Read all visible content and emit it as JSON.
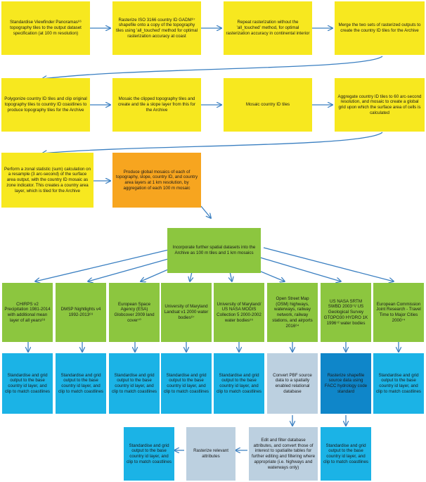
{
  "colors": {
    "yellow": "#f7e81f",
    "orange": "#f7a51f",
    "green": "#8cc63f",
    "cyan": "#1bb3e6",
    "dark_blue": "#0f86c9",
    "grey": "#bcd0e0",
    "arrow": "#3a7fc1"
  },
  "row1": {
    "b1": "Standardise Viewfinder Panoramas⁶⁶ topography tiles to the output dataset specification (at 100 m resolution)",
    "b2": "Rasterize ISO 3166 country ID GADM⁶⁷ shapefile onto a copy of the topography tiles using 'all_touched' method for optimal rasterization accuracy at coast",
    "b3": "Repeat rasterization without the 'all_touched' method, for optimal rasterization accuracy in continental interior",
    "b4": "Merge the two sets of rasterized outputs to create the country ID tiles for the Archive"
  },
  "row2": {
    "b1": "Polygonize country ID tiles and clip original topography tiles to country ID coastlines to produce topography tiles for the Archive",
    "b2": "Mosaic the clipped topography tiles and create and tile a slope layer from this for the Archive",
    "b3": "Mosaic country ID tiles",
    "b4": "Aggregate country ID tiles to 60 arc-second resolution, and mosaic to create a global grid upon which the surface area of cells is calculated"
  },
  "row3": {
    "b1": "Perform a zonal statistic (sum) calculation on a resample (3 arc-second) of the surface area output, with the country ID mosaic as zone indicator. This creates a country area layer, which is tiled for the Archive",
    "b2": "Produce global mosaics of each of topography, slope, country ID, and country area layers at 1 km resolution, by aggregation of each 100 m mosaic"
  },
  "center": "Incorporate further spatial datasets into the Archive as 100 m tiles and 1 km mosaics",
  "sources": [
    "CHIRPS v2 Precipitation 1981-2014 with additional mean layer of all years⁶⁸",
    "DMSP Nightlights v4 1992-2013⁶⁹",
    "European Space Agency (ESA) Globcover 2009 land cover⁷⁰",
    "University of Maryland Landsat v1 2000 water bodies⁶⁷",
    "University of Maryland/ US NASA MODIS Collection 5 2000-2002 water bodies⁵⁵",
    "Open Street Map (OSM) highways, waterways, railway network, railway stations, and airports 2016⁶⁴",
    "US NASA SRTM SWBD 2003⁷¹/ US Geological Survey GTOPO30 HYDRO 1K 1996⁷² water bodies",
    "European Commission Joint Research - Travel Time to Major Cities 2000⁷⁴"
  ],
  "process": {
    "standardise": "Standardise and grid output to the base country id layer, and clip to match coastlines",
    "convert_pbf": "Convert PBF source data to a spatially enabled relational database",
    "rasterize_shapefile": "Rasterize shapefile source data using FACC hydrology code standard",
    "edit_filter": "Edit and filter database attributes, and convert those of interest to spatialite tables for further editing and filtering where appropriate (i.e. highways and waterways only)",
    "rasterize_relevant": "Rasterize relevant attributes",
    "standardise_osm": "Standardise and grid output to the base country id layer, and clip to match coastlines",
    "standardise_srtm": "Standardise and grid output to the base country id layer, and clip to match coastlines"
  }
}
